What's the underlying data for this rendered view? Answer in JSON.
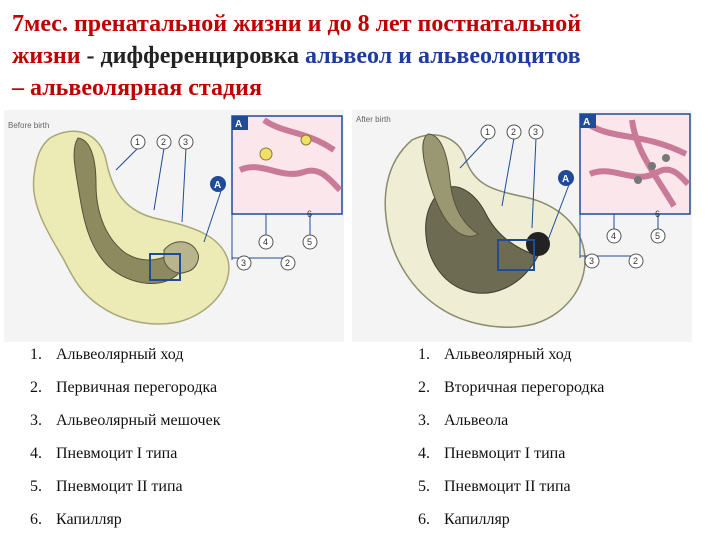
{
  "title": {
    "line1_red": "7мес. пренатальной жизни и до 8 лет постнатальной",
    "line2_red": "жизни",
    "line2_sep": " - ",
    "line2_dark": "дифференцировка",
    "line2_blue": " альвеол и альвеолоцитов",
    "line3_red": "– альвеолярная стадия"
  },
  "figure_left": {
    "caption": "Before birth",
    "callouts": [
      "1",
      "2",
      "3",
      "A",
      "A",
      "4",
      "5",
      "6",
      "3",
      "2"
    ]
  },
  "figure_right": {
    "caption": "After birth",
    "callouts": [
      "1",
      "2",
      "3",
      "A",
      "A",
      "4",
      "5",
      "6",
      "3",
      "2"
    ]
  },
  "list_left": [
    {
      "n": "1.",
      "text": "Альвеолярный ход"
    },
    {
      "n": "2.",
      "text": "Первичная перегородка"
    },
    {
      "n": "3.",
      "text": "Альвеолярный мешочек"
    },
    {
      "n": "4.",
      "text": "Пневмоцит I типа"
    },
    {
      "n": "5.",
      "text": "Пневмоцит II типа"
    },
    {
      "n": "6.",
      "text": "Капилляр"
    }
  ],
  "list_right": [
    {
      "n": "1.",
      "text": "Альвеолярный ход"
    },
    {
      "n": "2.",
      "text": "Вторичная перегородка"
    },
    {
      "n": "3.",
      "text": "Альвеола"
    },
    {
      "n": "4.",
      "text": "Пневмоцит I типа"
    },
    {
      "n": "5.",
      "text": "Пневмоцит II типа"
    },
    {
      "n": "6.",
      "text": "Капилляр"
    }
  ]
}
